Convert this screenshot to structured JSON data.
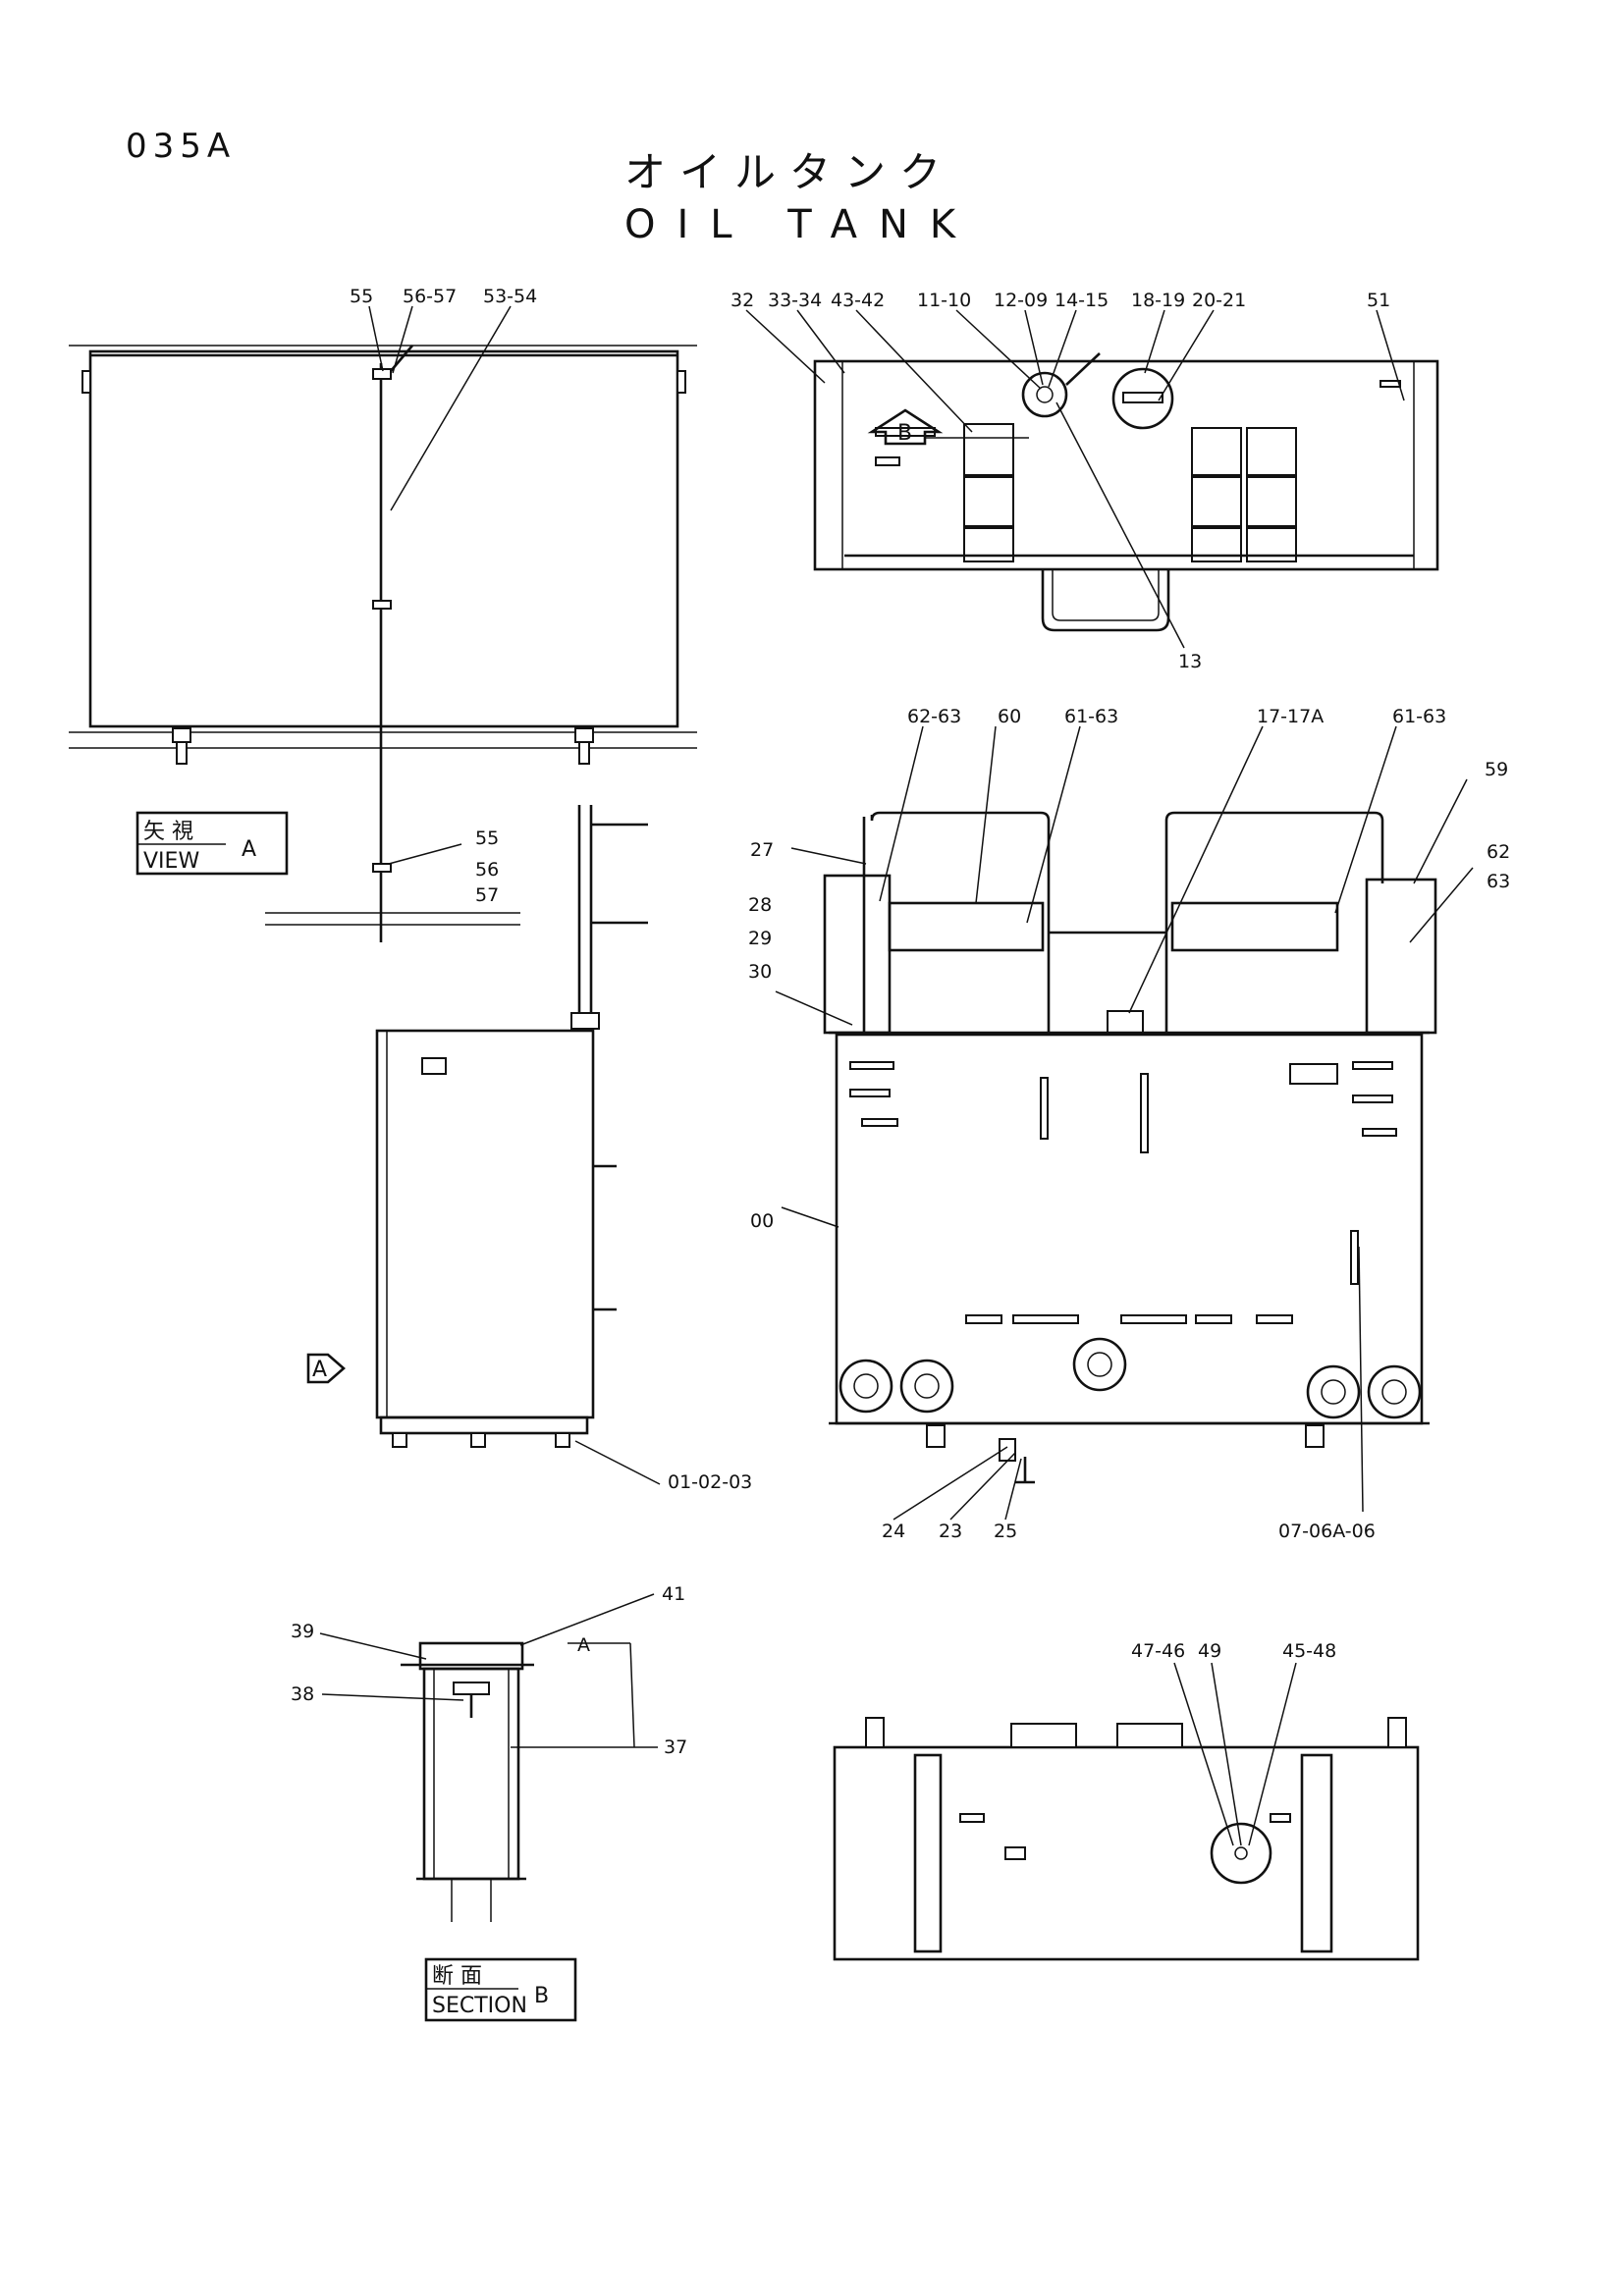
{
  "header": {
    "code": "035A",
    "title_jp": "オイルタンク",
    "title_en": "OIL TANK"
  },
  "view_labels": {
    "view_a_jp": "矢 視",
    "view_a_en": "VIEW",
    "view_a_letter": "A",
    "section_b_jp": "断 面",
    "section_b_en": "SECTION",
    "section_b_letter": "B",
    "arrow_a": "A",
    "arrow_b": "B"
  },
  "callouts": {
    "c55": "55",
    "c56_57": "56-57",
    "c53_54": "53-54",
    "c55b": "55",
    "c56": "56",
    "c57": "57",
    "c32": "32",
    "c33_34": "33-34",
    "c43_42": "43-42",
    "c11_10": "11-10",
    "c12_09": "12-09",
    "c14_15": "14-15",
    "c18_19": "18-19",
    "c20_21": "20-21",
    "c51": "51",
    "c13": "13",
    "c62_63": "62-63",
    "c60": "60",
    "c61_63a": "61-63",
    "c17_17a": "17-17A",
    "c61_63b": "61-63",
    "c59": "59",
    "c27": "27",
    "c62": "62",
    "c63": "63",
    "c28": "28",
    "c29": "29",
    "c30": "30",
    "c00": "00",
    "c01_02_03": "01-02-03",
    "c24": "24",
    "c23": "23",
    "c25": "25",
    "c07_06a_06": "07-06A-06",
    "c41": "41",
    "c39": "39",
    "c38": "38",
    "c37": "37",
    "c_a": "A",
    "c47_46": "47-46",
    "c49": "49",
    "c45_48": "45-48"
  }
}
